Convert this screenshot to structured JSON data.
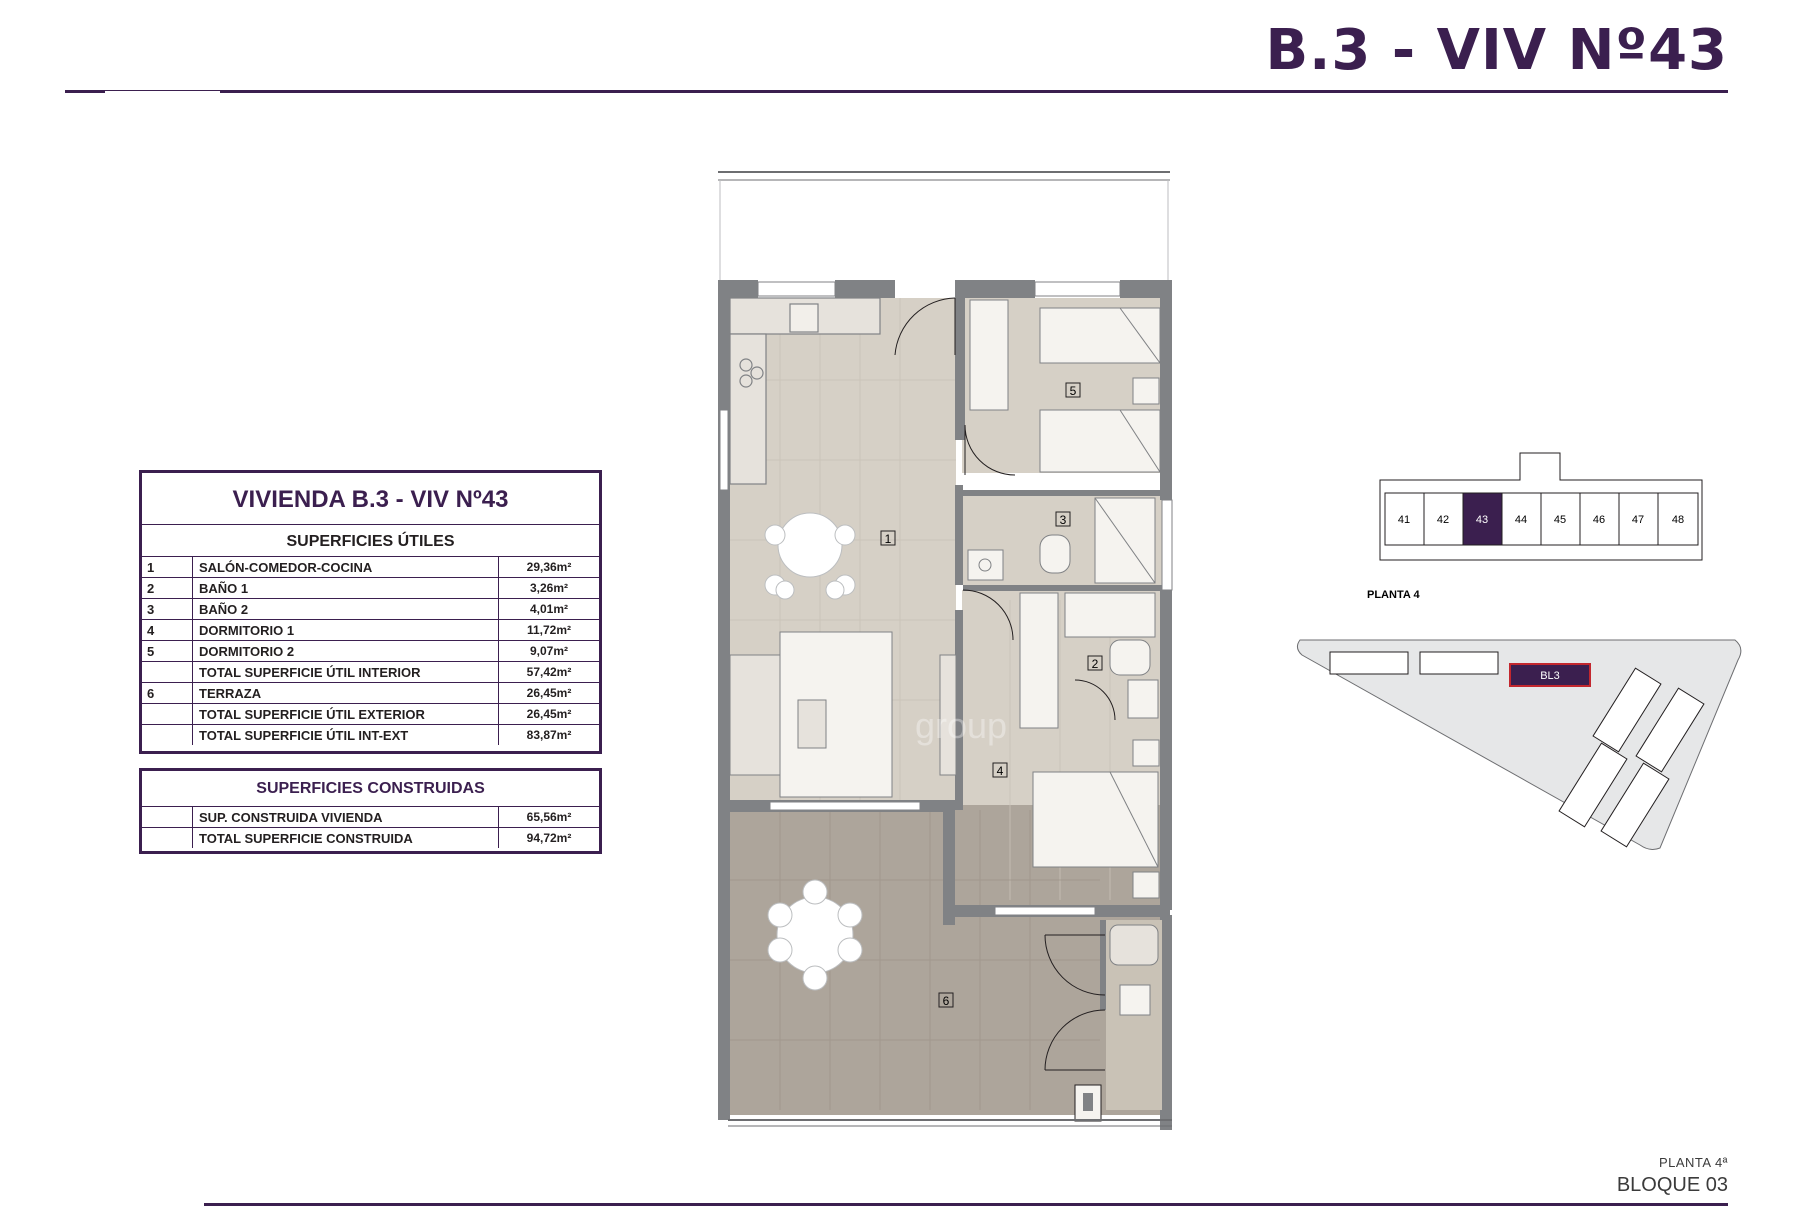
{
  "header": {
    "title": "B.3 - VIV Nº43"
  },
  "footer": {
    "floor": "PLANTA 4ª",
    "block": "BLOQUE 03"
  },
  "useful_table": {
    "title": "VIVIENDA B.3 - VIV Nº43",
    "heading": "SUPERFICIES ÚTILES",
    "rows": [
      {
        "num": "1",
        "name": "SALÓN-COMEDOR-COCINA",
        "value": "29,36m²"
      },
      {
        "num": "2",
        "name": "BAÑO 1",
        "value": "3,26m²"
      },
      {
        "num": "3",
        "name": "BAÑO 2",
        "value": "4,01m²"
      },
      {
        "num": "4",
        "name": "DORMITORIO 1",
        "value": "11,72m²"
      },
      {
        "num": "5",
        "name": "DORMITORIO 2",
        "value": "9,07m²"
      },
      {
        "num": "",
        "name": "TOTAL SUPERFICIE ÚTIL INTERIOR",
        "value": "57,42m²"
      },
      {
        "num": "6",
        "name": "TERRAZA",
        "value": "26,45m²"
      },
      {
        "num": "",
        "name": "TOTAL SUPERFICIE ÚTIL EXTERIOR",
        "value": "26,45m²"
      },
      {
        "num": "",
        "name": "TOTAL SUPERFICIE ÚTIL INT-EXT",
        "value": "83,87m²"
      }
    ]
  },
  "built_table": {
    "heading": "SUPERFICIES CONSTRUIDAS",
    "rows": [
      {
        "name": "SUP. CONSTRUIDA VIVIENDA",
        "value": "65,56m²"
      },
      {
        "name": "TOTAL SUPERFICIE CONSTRUIDA",
        "value": "94,72m²"
      }
    ]
  },
  "floor_plan": {
    "room_labels": [
      "1",
      "2",
      "3",
      "4",
      "5",
      "6"
    ],
    "watermark": "group"
  },
  "key_plan": {
    "units": [
      "41",
      "42",
      "43",
      "44",
      "45",
      "46",
      "47",
      "48"
    ],
    "highlighted_unit": "43",
    "caption": "PLANTA 4",
    "site_block_label": "BL3"
  },
  "colors": {
    "brand": "#3b1f4f",
    "interior_floor": "#d6d0c6",
    "terrace_floor": "#ada59b",
    "wall": "#808285"
  }
}
